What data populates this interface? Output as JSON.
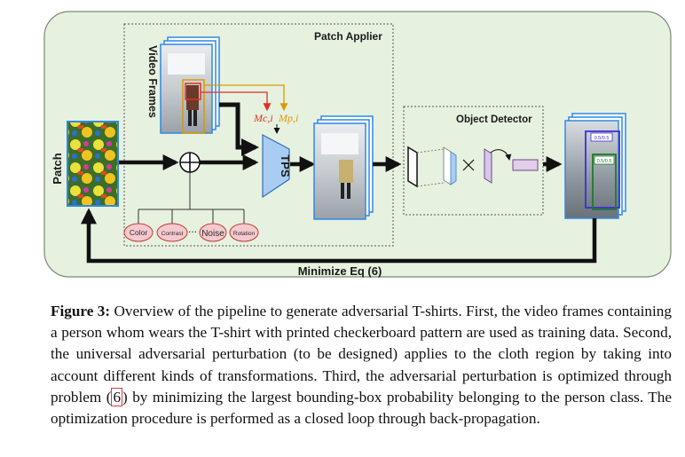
{
  "diagram": {
    "patch_label": "Patch",
    "video_frames_label": "Video Frames",
    "patch_applier_label": "Patch Applier",
    "object_detector_label": "Object Detector",
    "tps_label": "TPS",
    "mc_label": "Mc,i",
    "mp_label": "Mp,i",
    "transforms": [
      "Color",
      "Contrast",
      "...",
      "Noise",
      "Rotation"
    ],
    "loop_label": "Minimize Eq (6)",
    "detection_scores": [
      "0.5/0.5",
      "0.5/0.5"
    ],
    "colors": {
      "background": "#e6f1df",
      "frame_border": "#2e88e8",
      "transform_ellipse_fill": "#f6c9cf",
      "transform_ellipse_stroke": "#c0392b",
      "mc_color": "#e0311f",
      "mp_color": "#d99a00",
      "tps_fill": "#a9ccf2",
      "detector_box_blue": "#3b2fd6",
      "detector_box_green": "#1f7a2a"
    }
  },
  "caption": {
    "label": "Figure 3:",
    "text_before_ref": " Overview of the pipeline to generate adversarial T-shirts. First, the video frames containing a person whom wears the T-shirt with printed checkerboard pattern are used as training data. Second, the universal adversarial perturbation (to be designed) applies to the cloth region by taking into account different kinds of transformations. Third, the adversarial perturbation is optimized through problem (",
    "ref": "6",
    "text_after_ref": ") by minimizing the largest bounding-box probability belonging to the person class. The optimization procedure is performed as a closed loop through back-propagation."
  }
}
